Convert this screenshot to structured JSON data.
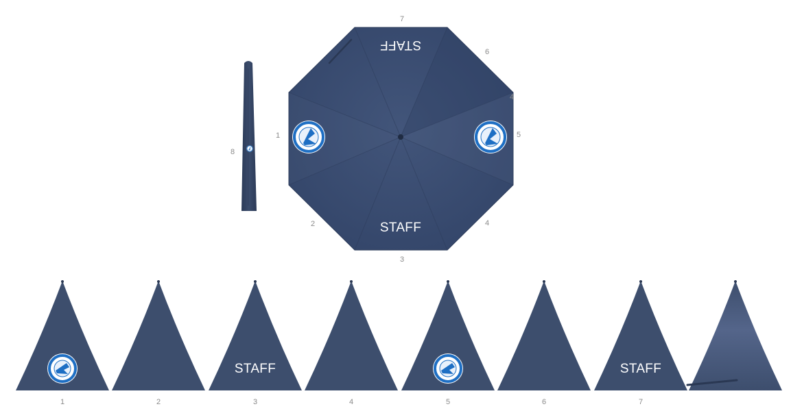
{
  "panel_print": "STAFF",
  "colors": {
    "canopy": "#3d4e6d",
    "canopy_dark": "#2f3f5e",
    "logo_blue": "#1e6fc4",
    "label_gray": "#8a8a8a"
  },
  "icons": {
    "logo": "club-crest-icon",
    "tip": "canopy-tip-icon"
  },
  "umbrella_labels": {
    "top": "7",
    "top_right": "6",
    "right_tip": "4",
    "right": "5",
    "bottom_right": "4",
    "bottom": "3",
    "bottom_left": "2",
    "left": "1",
    "sleeve": "8"
  },
  "panels": [
    {
      "label": "1",
      "print": "logo"
    },
    {
      "label": "2",
      "print": "none"
    },
    {
      "label": "3",
      "print": "text"
    },
    {
      "label": "4",
      "print": "none"
    },
    {
      "label": "5",
      "print": "logo"
    },
    {
      "label": "6",
      "print": "none"
    },
    {
      "label": "7",
      "print": "text"
    },
    {
      "label": "",
      "print": "strap"
    }
  ]
}
